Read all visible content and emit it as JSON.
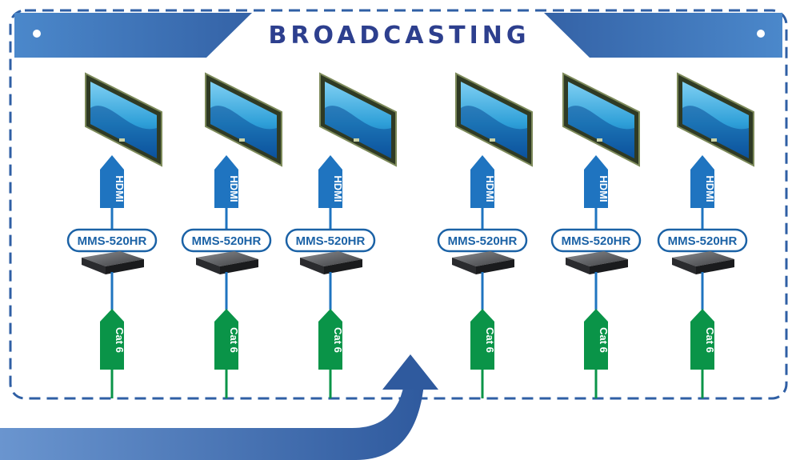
{
  "title": "BROADCASTING",
  "receiver_label": "MMS-520HR",
  "hdmi_label": "HDMI",
  "cat_label": "Cat 6",
  "colors": {
    "frame": "#2f5fa4",
    "banner": "#4a86c8",
    "title": "#2d3f8e",
    "hdmi": "#1f74c0",
    "cat6": "#0a9448",
    "receiver_outline": "#1b62a6",
    "arrow": "#3a64a8"
  },
  "columns": [
    {
      "id": "col-1"
    },
    {
      "id": "col-2"
    },
    {
      "id": "col-3"
    },
    {
      "id": "col-4"
    },
    {
      "id": "col-5"
    },
    {
      "id": "col-6"
    }
  ]
}
